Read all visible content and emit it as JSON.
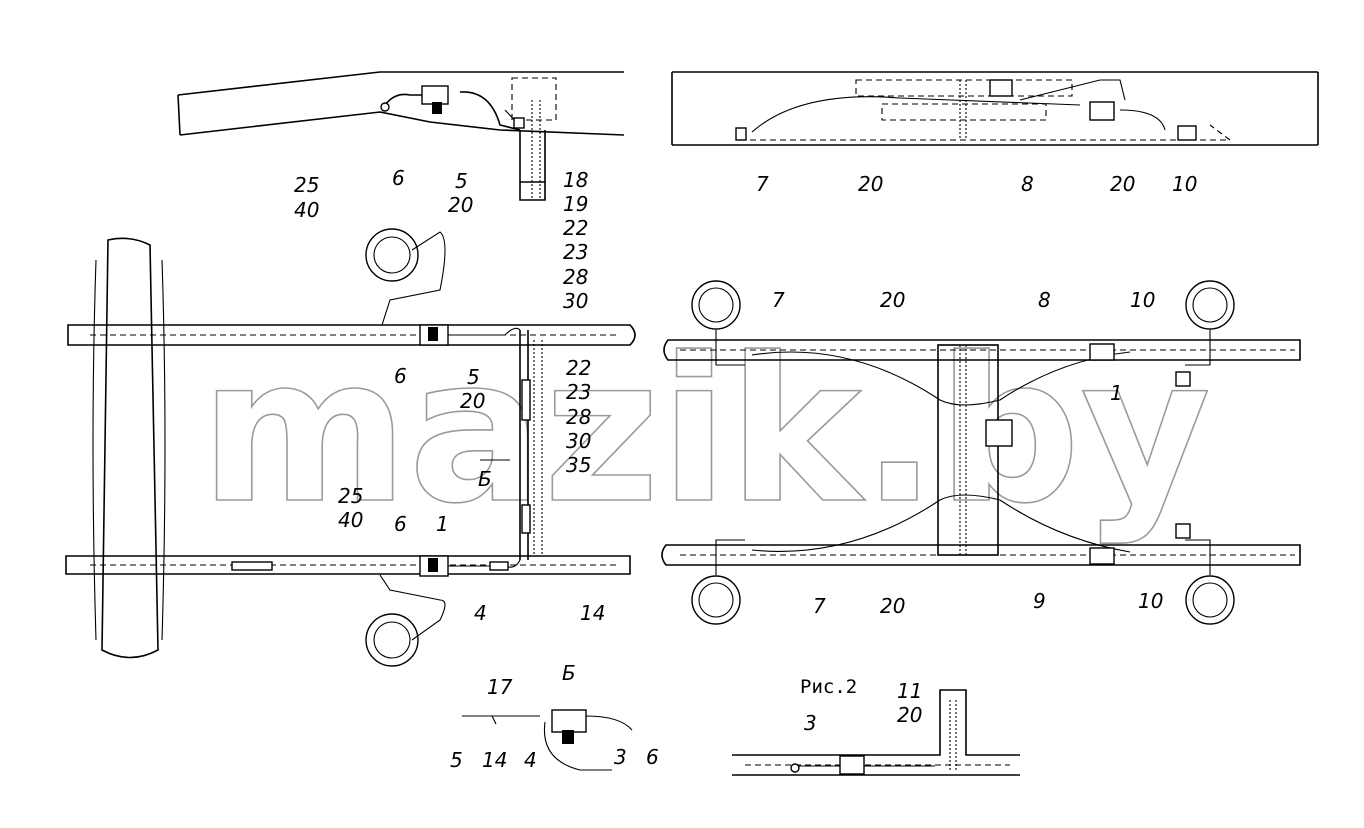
{
  "watermark": "mazik.by",
  "fig_caption": "Рис.2",
  "view_marker": "Б",
  "section_title": "Б",
  "labels": {
    "tl_6": "6",
    "tl_5": "5",
    "tl_20": "20",
    "tl_25": "25",
    "tl_40": "40",
    "tl_18": "18",
    "tl_19": "19",
    "tl_22": "22",
    "tl_23": "23",
    "tl_28": "28",
    "tl_30": "30",
    "l_6": "6",
    "l_5": "5",
    "l_20": "20",
    "l_22": "22",
    "l_23": "23",
    "l_28": "28",
    "l_30": "30",
    "l_35": "35",
    "l_25": "25",
    "l_40": "40",
    "l_6b": "6",
    "l_1": "1",
    "l_4": "4",
    "l_14": "14",
    "tr_7": "7",
    "tr_20a": "20",
    "tr_8": "8",
    "tr_20b": "20",
    "tr_10": "10",
    "r_7": "7",
    "r_20": "20",
    "r_8": "8",
    "r_10": "10",
    "r_1": "1",
    "r_7b": "7",
    "r_20b": "20",
    "r_9": "9",
    "r_10b": "10",
    "b_17": "17",
    "b_5": "5",
    "b_14": "14",
    "b_4": "4",
    "b_3": "3",
    "b_6": "6",
    "p_3": "3",
    "p_11": "11",
    "p_20": "20"
  }
}
